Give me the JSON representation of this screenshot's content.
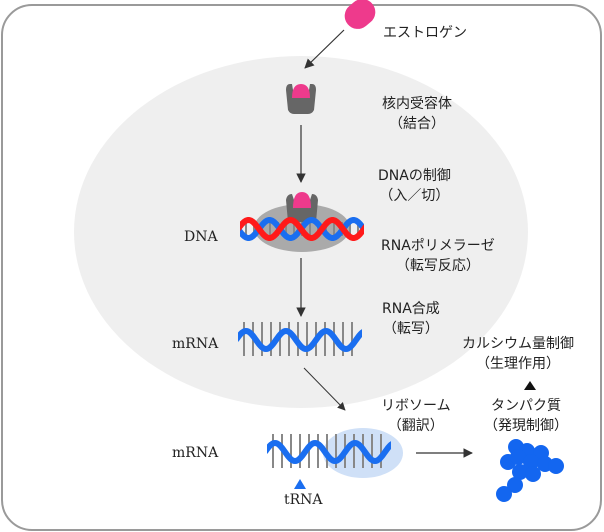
{
  "colors": {
    "nucleus": "#efefef",
    "frame": "#9a9a9a",
    "estrogen": "#ee3a8c",
    "receptor": "#666666",
    "dna_red": "#ff1a1a",
    "dna_blue": "#1a6ef0",
    "polymerase": "#aaaaaa",
    "ribosome": "#cfe0f7",
    "protein": "#1366f0",
    "arrow": "#333333"
  },
  "labels": {
    "estrogen": "エストロゲン",
    "receptor_line1": "核内受容体",
    "receptor_line2": "（結合）",
    "dna_control_line1": "DNAの制御",
    "dna_control_line2": "（入／切）",
    "polymerase_line1": "RNAポリメラーゼ",
    "polymerase_line2": "（転写反応）",
    "rna_synth_line1": "RNA合成",
    "rna_synth_line2": "（転写）",
    "ribosome_line1": "リボソーム",
    "ribosome_line2": "（翻訳）",
    "protein_line1": "タンパク質",
    "protein_line2": "（発現制御）",
    "calcium_line1": "カルシウム量制御",
    "calcium_line2": "（生理作用）",
    "dna": "DNA",
    "mrna_1": "mRNA",
    "mrna_2": "mRNA",
    "trna": "tRNA"
  }
}
